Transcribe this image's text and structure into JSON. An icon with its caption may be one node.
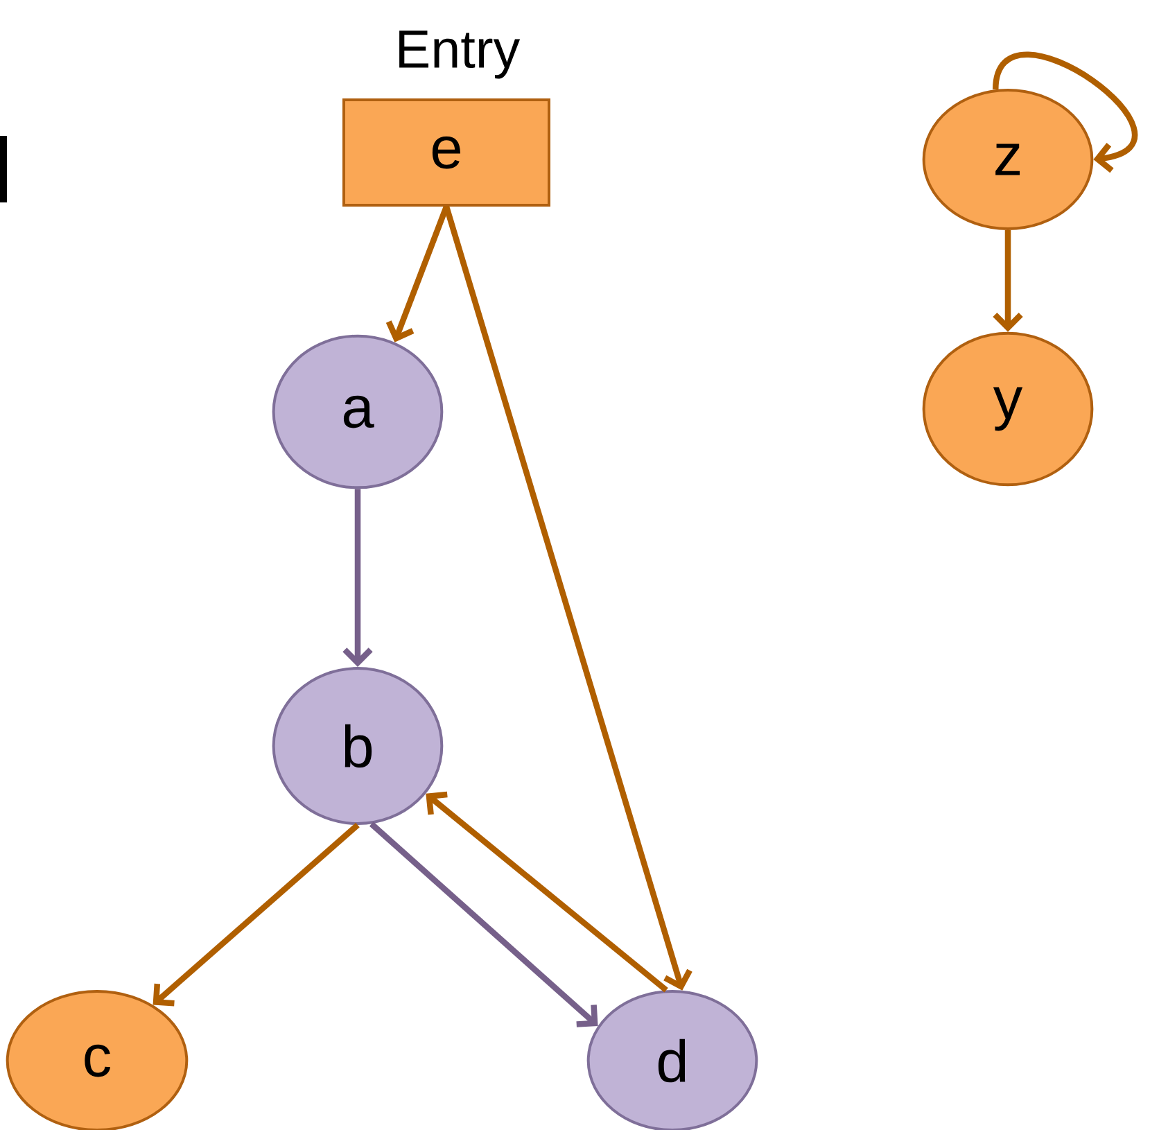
{
  "diagram": {
    "nodes": [
      {
        "text": [
          "Entry",
          "e"
        ]
      },
      {
        "text": [
          "a"
        ]
      },
      {
        "text": [
          "b"
        ]
      },
      {
        "text": [
          "c"
        ]
      },
      {
        "text": [
          "d"
        ]
      },
      {
        "text": [
          "z"
        ]
      },
      {
        "text": [
          "y"
        ]
      }
    ],
    "edges": [
      {
        "from": 0,
        "to": 1,
        "arrow": "to"
      },
      {
        "from": 0,
        "to": 4,
        "arrow": "to"
      },
      {
        "from": 1,
        "to": 2,
        "arrow": "to",
        "color": "#76608a"
      },
      {
        "from": 2,
        "to": 3,
        "arrow": "to"
      },
      {
        "from": 2,
        "to": 4,
        "arrow": "to",
        "color": "#76608a"
      },
      {
        "from": 4,
        "to": 2,
        "arrow": "to"
      },
      {
        "from": 5,
        "to": 5,
        "arrow": "to"
      },
      {
        "from": 5,
        "to": 6,
        "arrow": "to"
      }
    ]
  }
}
